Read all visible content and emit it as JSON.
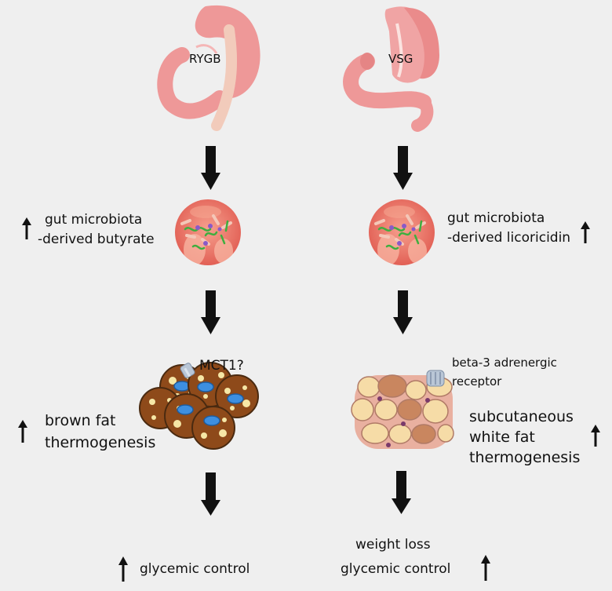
{
  "left_column": {
    "surgery_label": "RYGB",
    "metabolite_line1": "gut microbiota",
    "metabolite_line2": "-derived butyrate",
    "transporter_label": "MCT1?",
    "tissue_line1": "brown fat",
    "tissue_line2": "thermogenesis",
    "outcome": "glycemic control"
  },
  "right_column": {
    "surgery_label": "VSG",
    "metabolite_line1": "gut microbiota",
    "metabolite_line2": "-derived licoricidin",
    "receptor_line1": "beta-3 adrenergic",
    "receptor_line2": "receptor",
    "tissue_line1": "subcutaneous",
    "tissue_line2": "white fat",
    "tissue_line3": "thermogenesis",
    "outcome_line1": "weight loss",
    "outcome_line2": "glycemic control"
  },
  "colors": {
    "background": "#efefef",
    "stomach": "#ee9898",
    "bypass_limb": "#f7d3c4",
    "gut_circle": "#e8635a",
    "brown_fat": "#8e4a1a",
    "white_fat": "#f6dca7",
    "arrow": "#111111"
  }
}
